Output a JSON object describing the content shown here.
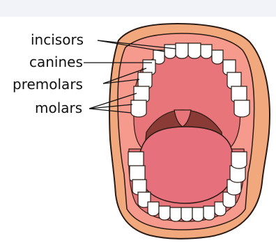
{
  "diagram": {
    "labels": {
      "incisors": "incisors",
      "canines": "canines",
      "premolars": "premolars",
      "molars": "molars"
    }
  },
  "colors": {
    "outer_lip": "#f0a87c",
    "lip_outline": "#2a1a14",
    "mouth_interior": "#e8757a",
    "throat": "#8a3b35",
    "uvula_region": "#b44a42",
    "tongue": "#e6707c",
    "teeth": "#ffffff",
    "gums": "#f59a8c"
  }
}
